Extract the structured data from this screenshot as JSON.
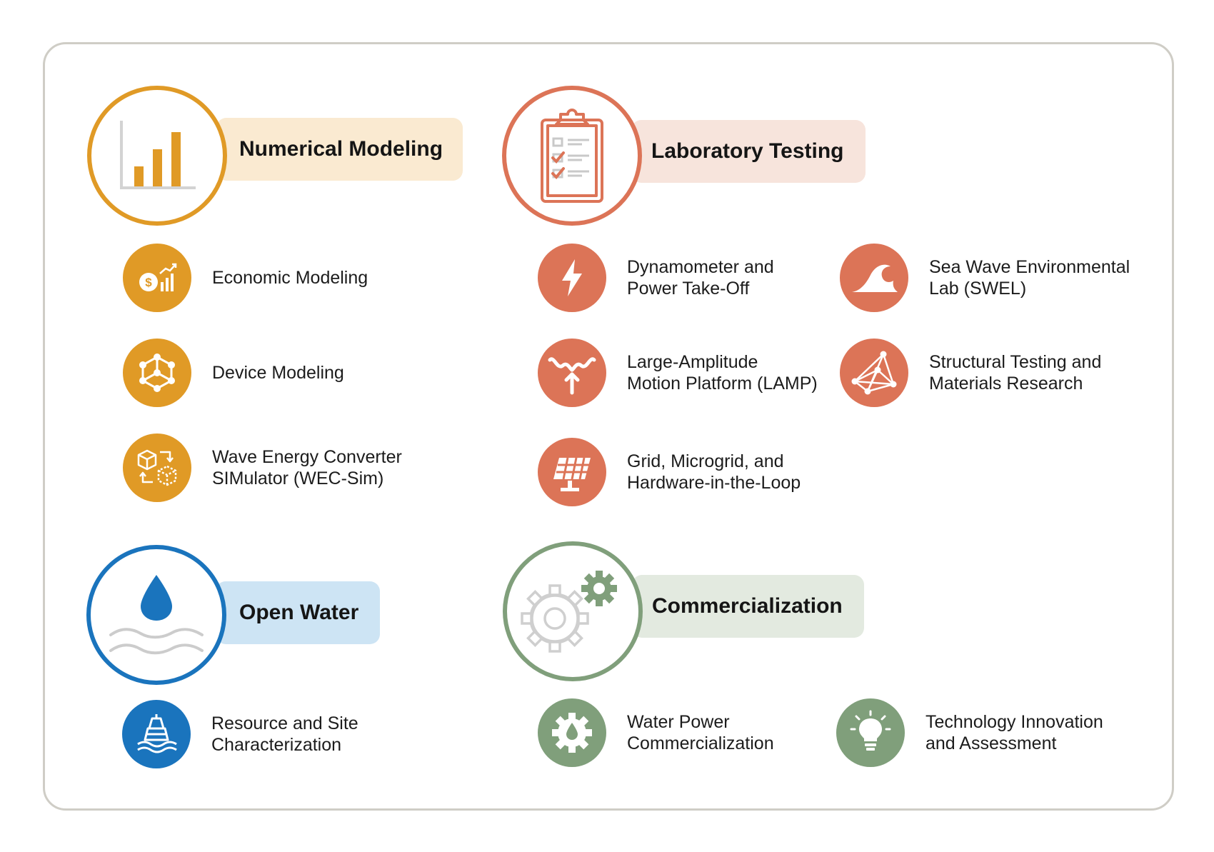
{
  "colors": {
    "numerical": "#e09a26",
    "numerical_light": "#faead1",
    "laboratory": "#dc7457",
    "laboratory_light": "#f7e4dc",
    "open_water": "#1a74bd",
    "open_water_light": "#cde4f4",
    "commercial": "#809f7b",
    "commercial_light": "#e3eae0",
    "frame": "#cfcdc6"
  },
  "numerical_modeling": {
    "title": "Numerical Modeling",
    "icon": "bar-chart-icon",
    "items": [
      {
        "label": "Economic Modeling",
        "icon": "dollar-chart-icon"
      },
      {
        "label": "Device Modeling",
        "icon": "molecule-network-icon"
      },
      {
        "label": "Wave Energy Converter\nSIMulator (WEC-Sim)",
        "icon": "cube-transform-icon"
      }
    ]
  },
  "laboratory_testing": {
    "title": "Laboratory Testing",
    "icon": "clipboard-checklist-icon",
    "items": [
      {
        "label": "Dynamometer and\nPower Take-Off",
        "icon": "lightning-bolt-icon"
      },
      {
        "label": "Sea Wave Environmental\nLab (SWEL)",
        "icon": "wave-icon"
      },
      {
        "label": "Large-Amplitude\nMotion Platform (LAMP)",
        "icon": "motion-wave-arrow-icon"
      },
      {
        "label": "Structural Testing and\nMaterials Research",
        "icon": "structure-mesh-icon"
      },
      {
        "label": "Grid, Microgrid, and\nHardware-in-the-Loop",
        "icon": "solar-panel-icon"
      }
    ]
  },
  "open_water": {
    "title": "Open Water",
    "icon": "water-drop-icon",
    "items": [
      {
        "label": "Resource and Site\nCharacterization",
        "icon": "buoy-icon"
      }
    ]
  },
  "commercialization": {
    "title": "Commercialization",
    "icon": "gears-icon",
    "items": [
      {
        "label": "Water Power\nCommercialization",
        "icon": "gear-drop-icon"
      },
      {
        "label": "Technology Innovation\nand Assessment",
        "icon": "lightbulb-icon"
      }
    ]
  }
}
